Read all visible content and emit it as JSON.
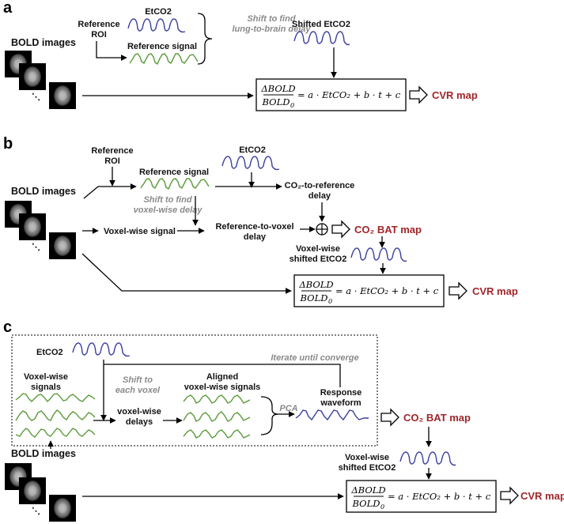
{
  "colors": {
    "etco2_signal": "#3b3f9e",
    "reference_signal": "#5b9a3a",
    "output_label": "#a0252a",
    "italic_note": "#8a8a8a"
  },
  "panel_a": {
    "letter": "a",
    "bold_images": "BOLD images",
    "ellipsis": "⋱",
    "reference_roi_line1": "Reference",
    "reference_roi_line2": "ROI",
    "etco2": "EtCO2",
    "reference_signal": "Reference signal",
    "shift_note_line1": "Shift to find",
    "shift_note_line2": "lung-to-brain delay",
    "shifted_etco2": "Shifted EtCO2",
    "output": "CVR map"
  },
  "panel_b": {
    "letter": "b",
    "bold_images": "BOLD images",
    "ellipsis": "⋱",
    "reference_roi_line1": "Reference",
    "reference_roi_line2": "ROI",
    "etco2": "EtCO2",
    "reference_signal": "Reference signal",
    "co2_ref_delay_line1": "CO₂-to-reference",
    "co2_ref_delay_line2": "delay",
    "shift_note_line1": "Shift to find",
    "shift_note_line2": "voxel-wise delay",
    "voxel_signal": "Voxel-wise signal",
    "ref_voxel_delay_line1": "Reference-to-voxel",
    "ref_voxel_delay_line2": "delay",
    "bat_output": "CO₂ BAT map",
    "voxel_shifted_line1": "Voxel-wise",
    "voxel_shifted_line2": "shifted EtCO2",
    "output": "CVR map"
  },
  "panel_c": {
    "letter": "c",
    "etco2": "EtCO2",
    "iterate_note": "Iterate until converge",
    "voxel_signals_line1": "Voxel-wise",
    "voxel_signals_line2": "signals",
    "shift_note_line1": "Shift to",
    "shift_note_line2": "each voxel",
    "aligned_line1": "Aligned",
    "aligned_line2": "voxel-wise signals",
    "voxel_delays_line1": "voxel-wise",
    "voxel_delays_line2": "delays",
    "pca": "PCA",
    "response_line1": "Response",
    "response_line2": "waveform",
    "bat_output": "CO₂ BAT map",
    "bold_images": "BOLD images",
    "ellipsis": "⋱",
    "voxel_shifted_line1": "Voxel-wise",
    "voxel_shifted_line2": "shifted EtCO2",
    "output": "CVR map"
  },
  "equation": {
    "delta_bold": "ΔBOLD",
    "bold0": "BOLD",
    "bold0_sub": "0",
    "rhs": "= a · EtCO₂ + b · t + c"
  }
}
